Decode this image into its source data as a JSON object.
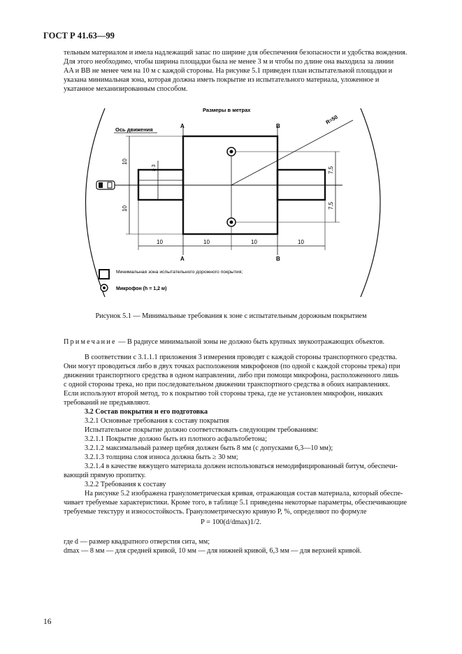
{
  "header": {
    "title": "ГОСТ Р 41.63—99"
  },
  "intro_paragraph": [
    "тельным материалом и имела надлежащий запас по ширине для обеспечения безопасности и удобства вождения.",
    "Для этого необходимо, чтобы ширина площадки была не менее 3 м и чтобы по длине она выходила за линии",
    "AA и BB не менее чем на 10 м с каждой стороны. На рисунке 5.1 приведен план испытательной площадки и",
    "указана минимальная зона, которая должна иметь покрытие из испытательного материала, уложенное и",
    "укатанное механизированным способом."
  ],
  "figure": {
    "units_note": "Размеры в метрах",
    "axis_label": "Ось движения",
    "radius_label": "R=50",
    "line_label_a": "A",
    "line_label_b": "B",
    "dim_10": "10",
    "dim_7_5": "7,5",
    "dim_ge3": "≥ 3",
    "legend_zone": "Минимальная зона испытательного дорожного покрытия;",
    "legend_mic": "Микрофон (h = 1,2 м)",
    "caption": "Рисунок 5.1 — Минимальные требования к зоне с испытательным дорожным покрытием"
  },
  "note": {
    "label": "Примечание",
    "text": " — В радиусе минимальной зоны не должно быть крупных звукоотражающих объектов."
  },
  "body": {
    "l1": "В соответствии с 3.1.1.1 приложения 3 измерения проводят с каждой стороны транспортного средства.",
    "l2": "Они могут проводиться либо в двух точках расположения микрофонов (по одной с каждой стороны трека) при",
    "l3": "движении транспортного средства в одном направлении, либо при помощи микрофона, расположенного лишь",
    "l4": "с одной стороны трека, но при последовательном движении транспортного средства в обоих направлениях.",
    "l5": "Если используют второй метод, то к покрытию той стороны трека, где не установлен микрофон, никаких",
    "l6": "требований не предъявляют.",
    "s32": "3.2 Состав покрытия и его подготовка",
    "s321": "3.2.1 Основные требования к составу покрытия",
    "s321_text": "Испытательное покрытие должно соответствовать следующим требованиям:",
    "s3211": "3.2.1.1 Покрытие должно быть из плотного асфальтобетона;",
    "s3212": "3.2.1.2 максимальный размер щебня должен быть 8 мм (с допусками 6,3—10 мм);",
    "s3213": "3.2.1.3 толщина слоя износа должна быть ≥ 30 мм;",
    "s3214a": "3.2.1.4 в качестве вяжущего материала должен использоваться немодифицированный битум, обеспечи-",
    "s3214b": "вающий прямую пропитку.",
    "s322": "3.2.2 Требования к составу",
    "s322a": "На рисунке 5.2 изображена гранулометрическая кривая, отражающая состав материала, который обеспе-",
    "s322b": "чивает требуемые характеристики. Кроме того, в таблице 5.1 приведены некоторые параметры, обеспечивающие",
    "s322c": "требуемые текстуру и износостойкость. Гранулометрическую кривую P, %, определяют по формуле"
  },
  "formula": "P = 100(d/dmax)1/2.",
  "where": {
    "l1": "где d — размер квадратного отверстия сита, мм;",
    "l2": "dmax — 8 мм — для средней кривой, 10 мм — для нижней кривой, 6,3 мм — для верхней кривой."
  },
  "page_number": "16"
}
